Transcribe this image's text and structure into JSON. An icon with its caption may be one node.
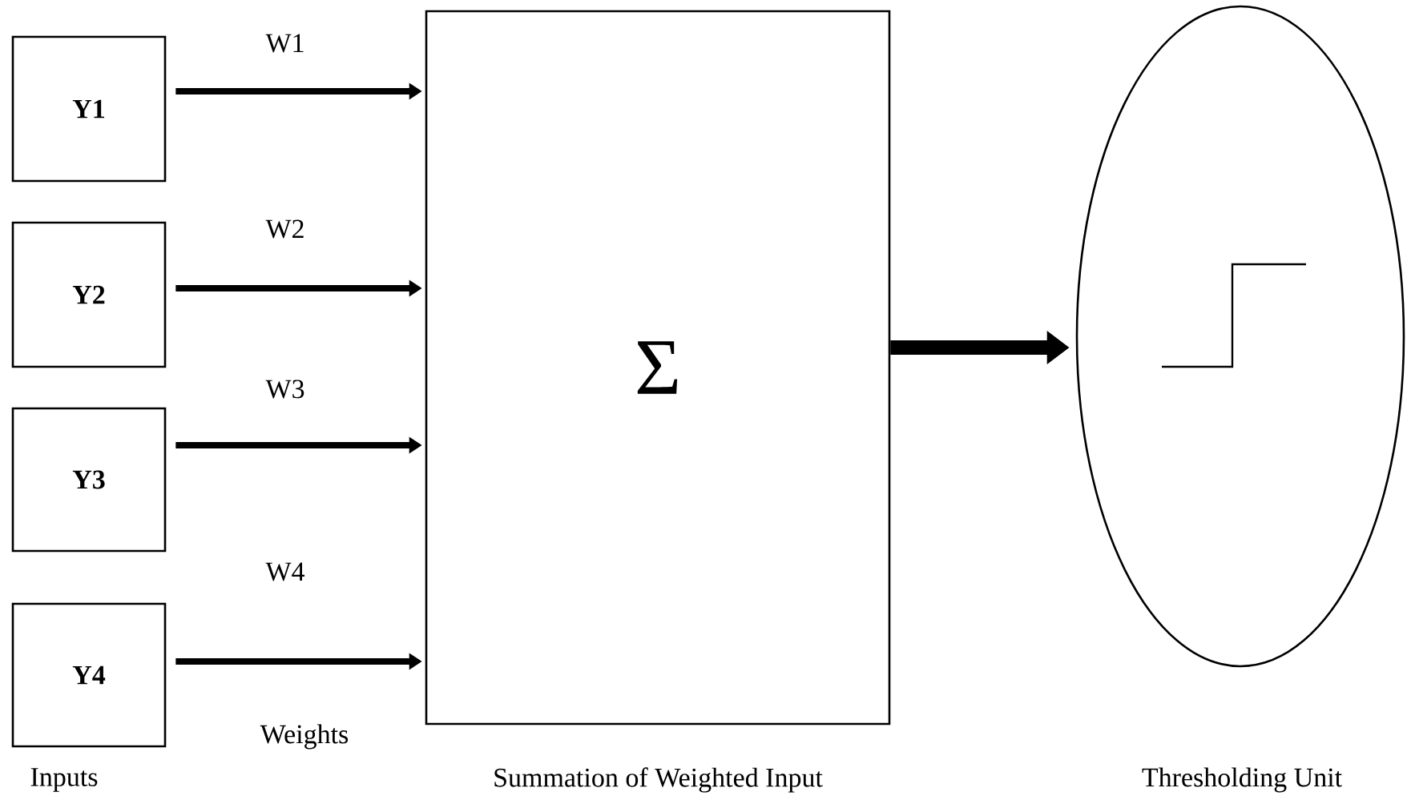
{
  "diagram": {
    "nodes": [
      {
        "text": [
          "**Y1**"
        ]
      },
      {
        "text": [
          "**Y2**"
        ]
      },
      {
        "text": [
          "**Y3**"
        ]
      },
      {
        "text": [
          "**Y4**"
        ]
      },
      {
        "text": [
          "Σ"
        ],
        "beside": [
          "Summation of Weighted Input"
        ]
      },
      {
        "text": [],
        "shape": "ellipse",
        "beside": [
          "Thresholding Unit"
        ]
      }
    ],
    "edges": [
      {
        "from": 0,
        "to": 4,
        "arrow": "to",
        "label": "W1"
      },
      {
        "from": 1,
        "to": 4,
        "arrow": "to",
        "label": "W2"
      },
      {
        "from": 2,
        "to": 4,
        "arrow": "to",
        "label": "W3"
      },
      {
        "from": 3,
        "to": 4,
        "arrow": "to",
        "label": "W4"
      },
      {
        "from": 4,
        "to": 5,
        "arrow": "to",
        "style": "thick"
      }
    ],
    "labels": [
      "Weights",
      "Inputs"
    ]
  }
}
